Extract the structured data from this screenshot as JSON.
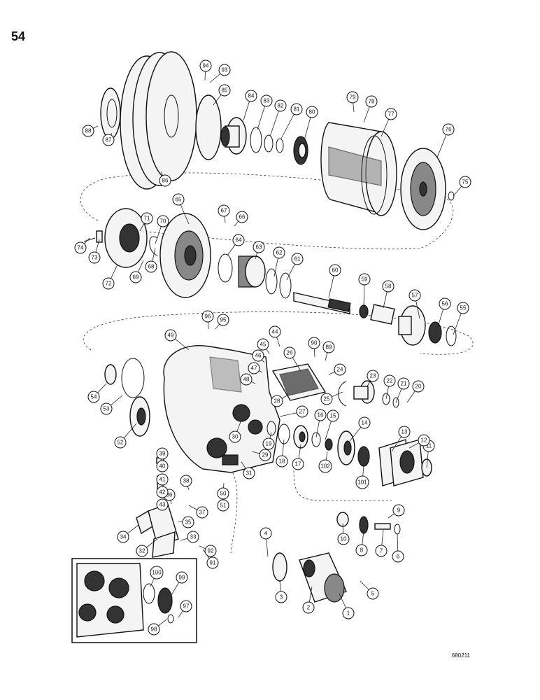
{
  "page_number": "54",
  "drawing_code": "680211",
  "callouts": [
    "1",
    "2",
    "3",
    "4",
    "5",
    "6",
    "7",
    "8",
    "9",
    "10",
    "11",
    "12",
    "13",
    "14",
    "15",
    "16",
    "17",
    "18",
    "19",
    "20",
    "21",
    "22",
    "23",
    "24",
    "25",
    "26",
    "27",
    "28",
    "29",
    "30",
    "31",
    "32",
    "33",
    "34",
    "35",
    "36",
    "37",
    "38",
    "39",
    "40",
    "41",
    "42",
    "43",
    "44",
    "45",
    "46",
    "47",
    "48",
    "49",
    "50",
    "51",
    "52",
    "53",
    "54",
    "55",
    "56",
    "57",
    "58",
    "59",
    "60",
    "61",
    "62",
    "63",
    "64",
    "65",
    "66",
    "67",
    "68",
    "69",
    "70",
    "71",
    "72",
    "73",
    "74",
    "75",
    "76",
    "77",
    "78",
    "79",
    "80",
    "81",
    "82",
    "83",
    "84",
    "85",
    "86",
    "87",
    "88",
    "89",
    "90",
    "91",
    "92",
    "93",
    "94",
    "95",
    "96",
    "97",
    "98",
    "99",
    "100",
    "101",
    "102"
  ]
}
